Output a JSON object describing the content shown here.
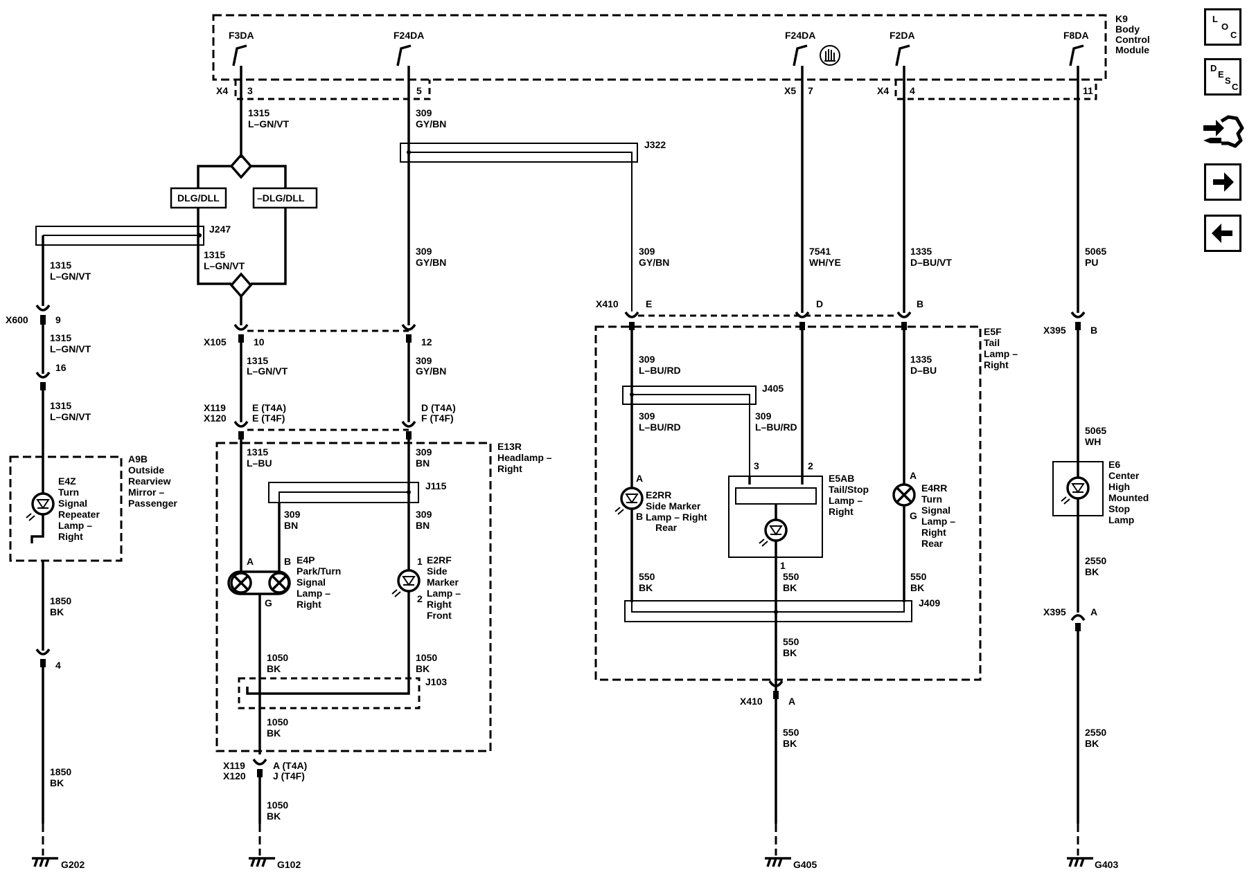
{
  "module": {
    "name": "K9",
    "desc1": "Body",
    "desc2": "Control",
    "desc3": "Module"
  },
  "outputs": {
    "f3da": "F3DA",
    "f24da_a": "F24DA",
    "f24da_b": "F24DA",
    "f2da": "F2DA",
    "f8da": "F8DA"
  },
  "connectors": {
    "x4": "X4",
    "x4b": "X4",
    "x5": "X5",
    "x600": "X600",
    "x105": "X105",
    "x119": "X119",
    "x120": "X120",
    "x410": "X410",
    "x395": "X395"
  },
  "pins": {
    "p3": "3",
    "p5": "5",
    "p7": "7",
    "p4": "4",
    "p11": "11",
    "p9": "9",
    "p16": "16",
    "p4b": "4",
    "p10": "10",
    "p12": "12",
    "pE_T4A": "E (T4A)",
    "pE_T4F": "E (T4F)",
    "pD_T4A": "D (T4A)",
    "pF_T4F": "F (T4F)",
    "pA_T4A": "A (T4A)",
    "pJ_T4F": "J (T4F)",
    "pE": "E",
    "pD": "D",
    "pB": "B",
    "pA": "A",
    "x395B": "B",
    "x395A": "A"
  },
  "wires": {
    "w1315": "1315",
    "lgnvt": "L–GN/VT",
    "lbu": "L–BU",
    "w309": "309",
    "gybn": "GY/BN",
    "bn": "BN",
    "lburd": "L–BU/RD",
    "w7541": "7541",
    "whye": "WH/YE",
    "w1335": "1335",
    "dbuvt": "D–BU/VT",
    "dbu": "D–BU",
    "w5065": "5065",
    "pu": "PU",
    "wh": "WH",
    "w1850": "1850",
    "w1050": "1050",
    "w550": "550",
    "w2550": "2550",
    "bk": "BK"
  },
  "splices": {
    "j247": "J247",
    "j322": "J322",
    "j115": "J115",
    "j103": "J103",
    "j405": "J405",
    "j409": "J409"
  },
  "options": {
    "dlg": "DLG/DLL",
    "ndlg": "–DLG/DLL"
  },
  "components": {
    "a9b": {
      "id": "A9B",
      "l1": "Outside",
      "l2": "Rearview",
      "l3": "Mirror –",
      "l4": "Passenger"
    },
    "e4z": {
      "id": "E4Z",
      "l1": "Turn",
      "l2": "Signal",
      "l3": "Repeater",
      "l4": "Lamp –",
      "l5": "Right"
    },
    "e13r": {
      "id": "E13R",
      "l1": "Headlamp –",
      "l2": "Right"
    },
    "e4p": {
      "id": "E4P",
      "l1": "Park/Turn",
      "l2": "Signal",
      "l3": "Lamp –",
      "l4": "Right",
      "pa": "A",
      "pb": "B",
      "pg": "G"
    },
    "e2rf": {
      "id": "E2RF",
      "l1": "Side",
      "l2": "Marker",
      "l3": "Lamp –",
      "l4": "Right",
      "l5": "Front",
      "p1": "1",
      "p2": "2"
    },
    "e5f": {
      "id": "E5F",
      "l1": "Tail",
      "l2": "Lamp –",
      "l3": "Right"
    },
    "e2rr": {
      "id": "E2RR",
      "l1": "Side Marker",
      "l2": "Lamp – Right",
      "l3": "Rear",
      "pa": "A",
      "pb": "B"
    },
    "e5ab": {
      "id": "E5AB",
      "l1": "Tail/Stop",
      "l2": "Lamp –",
      "l3": "Right",
      "p3": "3",
      "p2": "2",
      "p1": "1"
    },
    "e4rr": {
      "id": "E4RR",
      "l1": "Turn",
      "l2": "Signal",
      "l3": "Lamp –",
      "l4": "Right",
      "l5": "Rear",
      "pa": "A",
      "pg": "G"
    },
    "e6": {
      "id": "E6",
      "l1": "Center",
      "l2": "High",
      "l3": "Mounted",
      "l4": "Stop",
      "l5": "Lamp"
    }
  },
  "grounds": {
    "g202": "G202",
    "g102": "G102",
    "g405": "G405",
    "g403": "G403"
  },
  "nav": {
    "loc": {
      "l": "L",
      "o": "O",
      "c": "C"
    },
    "desc": {
      "d": "D",
      "e": "E",
      "s": "S",
      "c": "C"
    },
    "icons": [
      "connector-end-view-icon",
      "next-page-arrow-icon",
      "previous-page-arrow-icon"
    ]
  },
  "colors": {
    "ink": "#000000",
    "paper": "#ffffff"
  }
}
